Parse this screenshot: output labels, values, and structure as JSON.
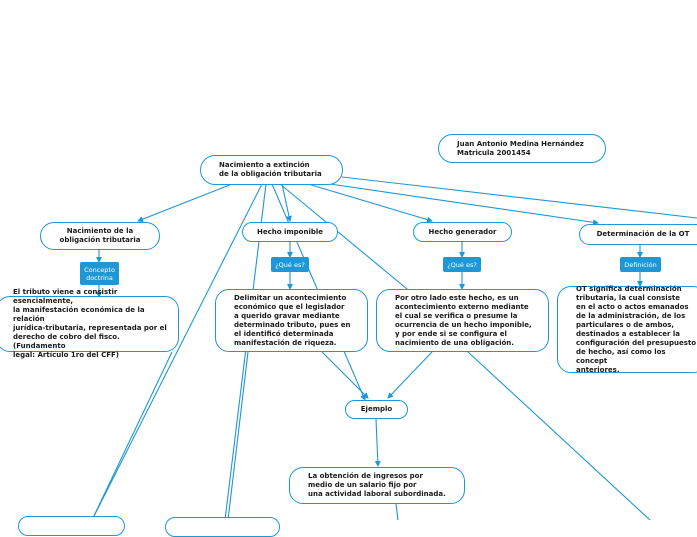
{
  "author": {
    "name": "Juan Antonio Medina Hernández",
    "id": "Matricula 2001454"
  },
  "root": {
    "label": "Nacimiento a extinción\nde la obligación tributaria"
  },
  "branches": [
    {
      "label": "Nacimiento de la\nobligación tributaria",
      "tag": "Concepto\ndoctrina",
      "text": "El tributo viene a consistir esencialmente,\nla manifestación económica de la relación\njurídica-tributaria, representada por el\nderecho de cobro del fisco. (Fundamento\nlegal: Artículo 1ro del CFF)"
    },
    {
      "label": "Hecho imponible",
      "tag": "¿Qué es?",
      "text": "Delimitar un acontecimiento\neconómico que el legislador\na querido gravar mediante\ndeterminado tributo, pues en\nel identificó determinada\nmanifestación de riqueza."
    },
    {
      "label": "Hecho generador",
      "tag": "¿Qué es?",
      "text": "Por otro lado este hecho, es un\nacontecimiento externo mediante\nel cual se verifica o presume la\nocurrencia de un hecho imponible,\ny por ende si se configura el\nnacimiento de una obligación."
    },
    {
      "label": "Determinación de la OT",
      "tag": "Definición",
      "text": "OT significa determinación\ntributaria, la cual consiste\nen el acto o actos emanados\nde la administración, de los\nparticulares o de ambos,\ndestinados a establecer la\nconfiguración del presupuesto\nde hecho, así como los concept\nanteriores."
    }
  ],
  "example": {
    "label": "Ejemplo",
    "text": "La obtención de ingresos por\nmedio de un salario fijo por\nuna actividad laboral subordinada."
  },
  "colors": {
    "accent": "#1f97d4",
    "node_fill": "#ffffff",
    "text": "#1a1a1a"
  }
}
